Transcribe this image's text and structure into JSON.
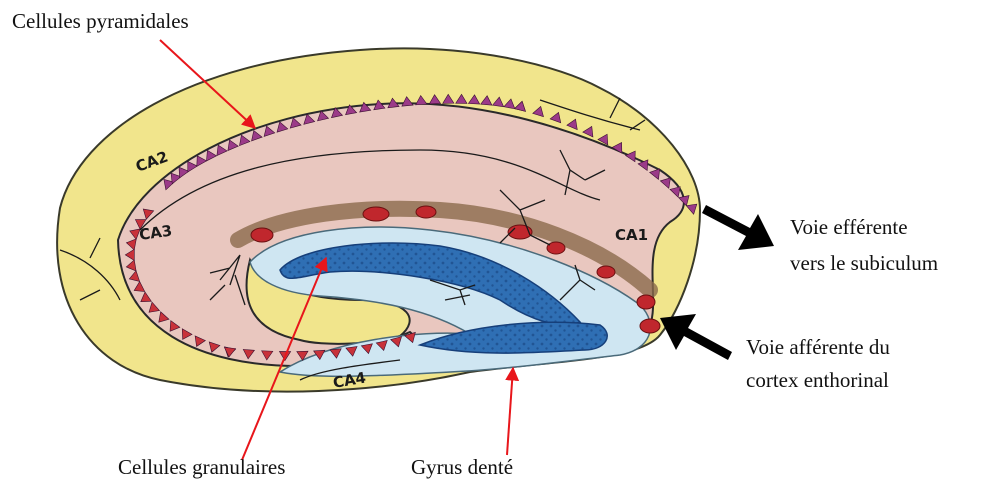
{
  "labels": {
    "pyramidal": "Cellules pyramidales",
    "granular": "Cellules granulaires",
    "dentate": "Gyrus denté",
    "efferent_line1": "Voie efférente",
    "efferent_line2": "vers le subiculum",
    "afferent_line1": "Voie afférente  du",
    "afferent_line2": "cortex enthorinal"
  },
  "regions": {
    "ca1": "CA1",
    "ca2": "CA2",
    "ca3": "CA3",
    "ca4": "CA4"
  },
  "colors": {
    "pointer_arrow": "#e8161b",
    "pathway_arrow": "#000000",
    "outer_band": "#f1e58c",
    "pyramidal_band": "#e9c7bf",
    "dentate_fill": "#cfe6f2",
    "granule_band": "#2f6fb4",
    "pyramid_cells_top": "#9b3a88",
    "pyramid_cells_bottom": "#c8323a"
  }
}
